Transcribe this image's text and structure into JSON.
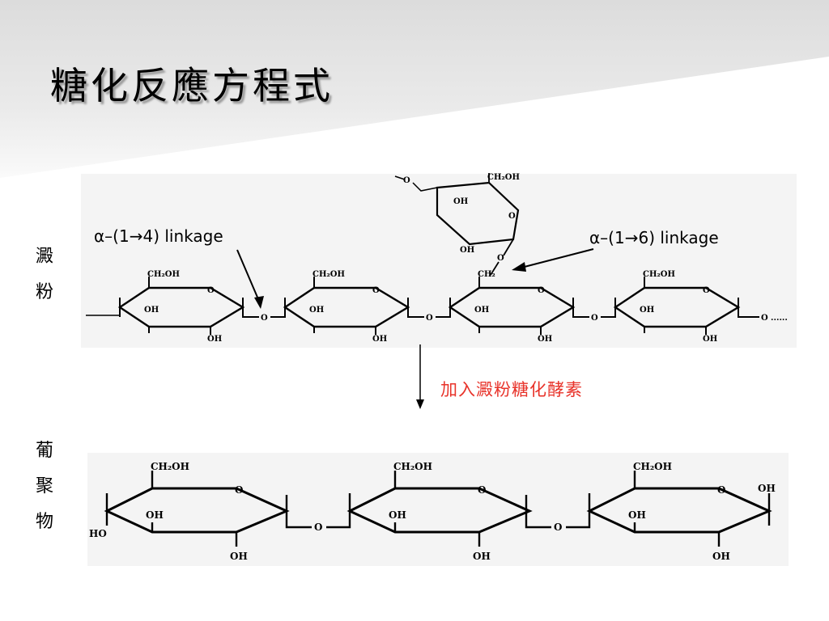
{
  "title": "糖化反應方程式",
  "side_labels": {
    "starch": "澱\n粉",
    "glucose": "葡\n聚\n物"
  },
  "enzyme_note": "加入澱粉糖化酵素",
  "linkages": {
    "a14": "α–(1→4) linkage",
    "a16": "α–(1→6) linkage"
  },
  "starch_groups": {
    "ch2oh": "CH₂OH",
    "ch2": "CH₂",
    "oh": "OH",
    "o": "O",
    "dots": "......"
  },
  "glucose_groups": {
    "ch2oh": "CH₂OH",
    "oh": "OH",
    "ho": "HO",
    "o": "O"
  }
}
